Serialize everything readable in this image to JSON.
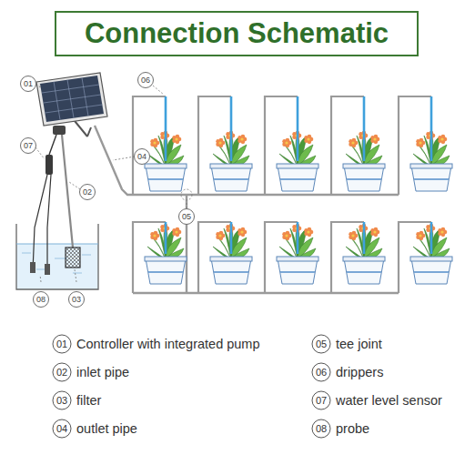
{
  "diagram": {
    "title": "Connection Schematic",
    "labels": [
      "01",
      "07",
      "04",
      "02",
      "06",
      "05",
      "08",
      "03",
      "01",
      "Controller with integrated pump",
      "02",
      "inlet pipe",
      "03",
      "filter",
      "04",
      "outlet pipe",
      "05",
      "tee joint",
      "06",
      "drippers",
      "07",
      "water level sensor",
      "08",
      "probe"
    ]
  }
}
